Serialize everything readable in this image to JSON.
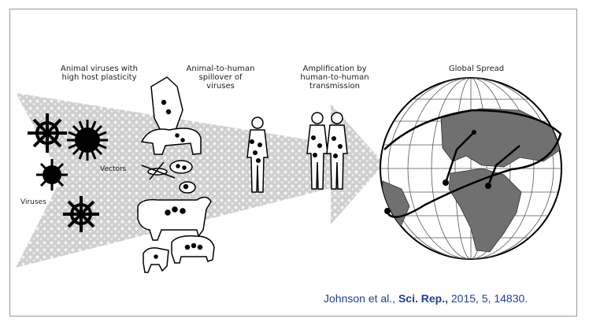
{
  "figure": {
    "stages": [
      {
        "text": "Animal viruses with\nhigh host plasticity"
      },
      {
        "text": "Animal-to-human\nspillover of\nviruses"
      },
      {
        "text": "Amplification by\nhuman-to-human\ntransmission"
      },
      {
        "text": "Global Spread"
      }
    ],
    "side_labels": {
      "vectors": "Vectors",
      "viruses": "Viruses"
    },
    "citation": {
      "authors": "Johnson et al.,",
      "journal": "Sci. Rep.,",
      "details": "2015, 5, 14830."
    }
  }
}
